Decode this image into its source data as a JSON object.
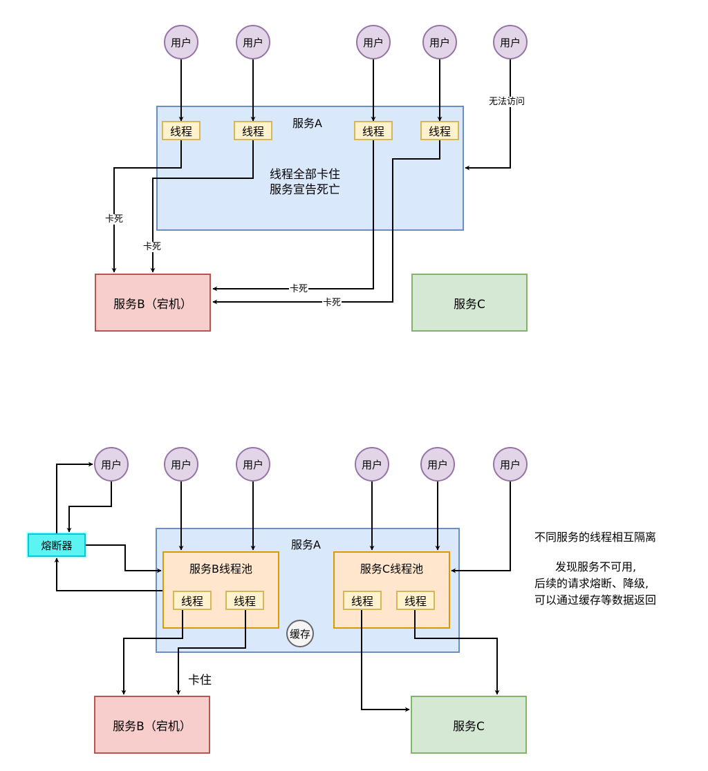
{
  "top": {
    "users": [
      "用户",
      "用户",
      "用户",
      "用户",
      "用户"
    ],
    "service_a": "服务A",
    "threads": [
      "线程",
      "线程",
      "线程",
      "线程"
    ],
    "note_line1": "线程全部卡住",
    "note_line2": "服务宣告死亡",
    "cannot_access": "无法访问",
    "stuck_labels": [
      "卡死",
      "卡死",
      "卡死",
      "卡死"
    ],
    "service_b": "服务B（宕机）",
    "service_c": "服务C"
  },
  "bottom": {
    "users": [
      "用户",
      "用户",
      "用户",
      "用户",
      "用户",
      "用户"
    ],
    "fuse": "熔断器",
    "service_a": "服务A",
    "pool_b": "服务B线程池",
    "pool_c": "服务C线程池",
    "threads": [
      "线程",
      "线程",
      "线程",
      "线程"
    ],
    "cache": "缓存",
    "stuck": "卡住",
    "service_b": "服务B（宕机）",
    "service_c": "服务C"
  },
  "notes": {
    "isolation": "不同服务的线程相互隔离",
    "line1": "发现服务不可用,",
    "line2": "后续的请求熔断、降级,",
    "line3": "可以通过缓存等数据返回"
  }
}
